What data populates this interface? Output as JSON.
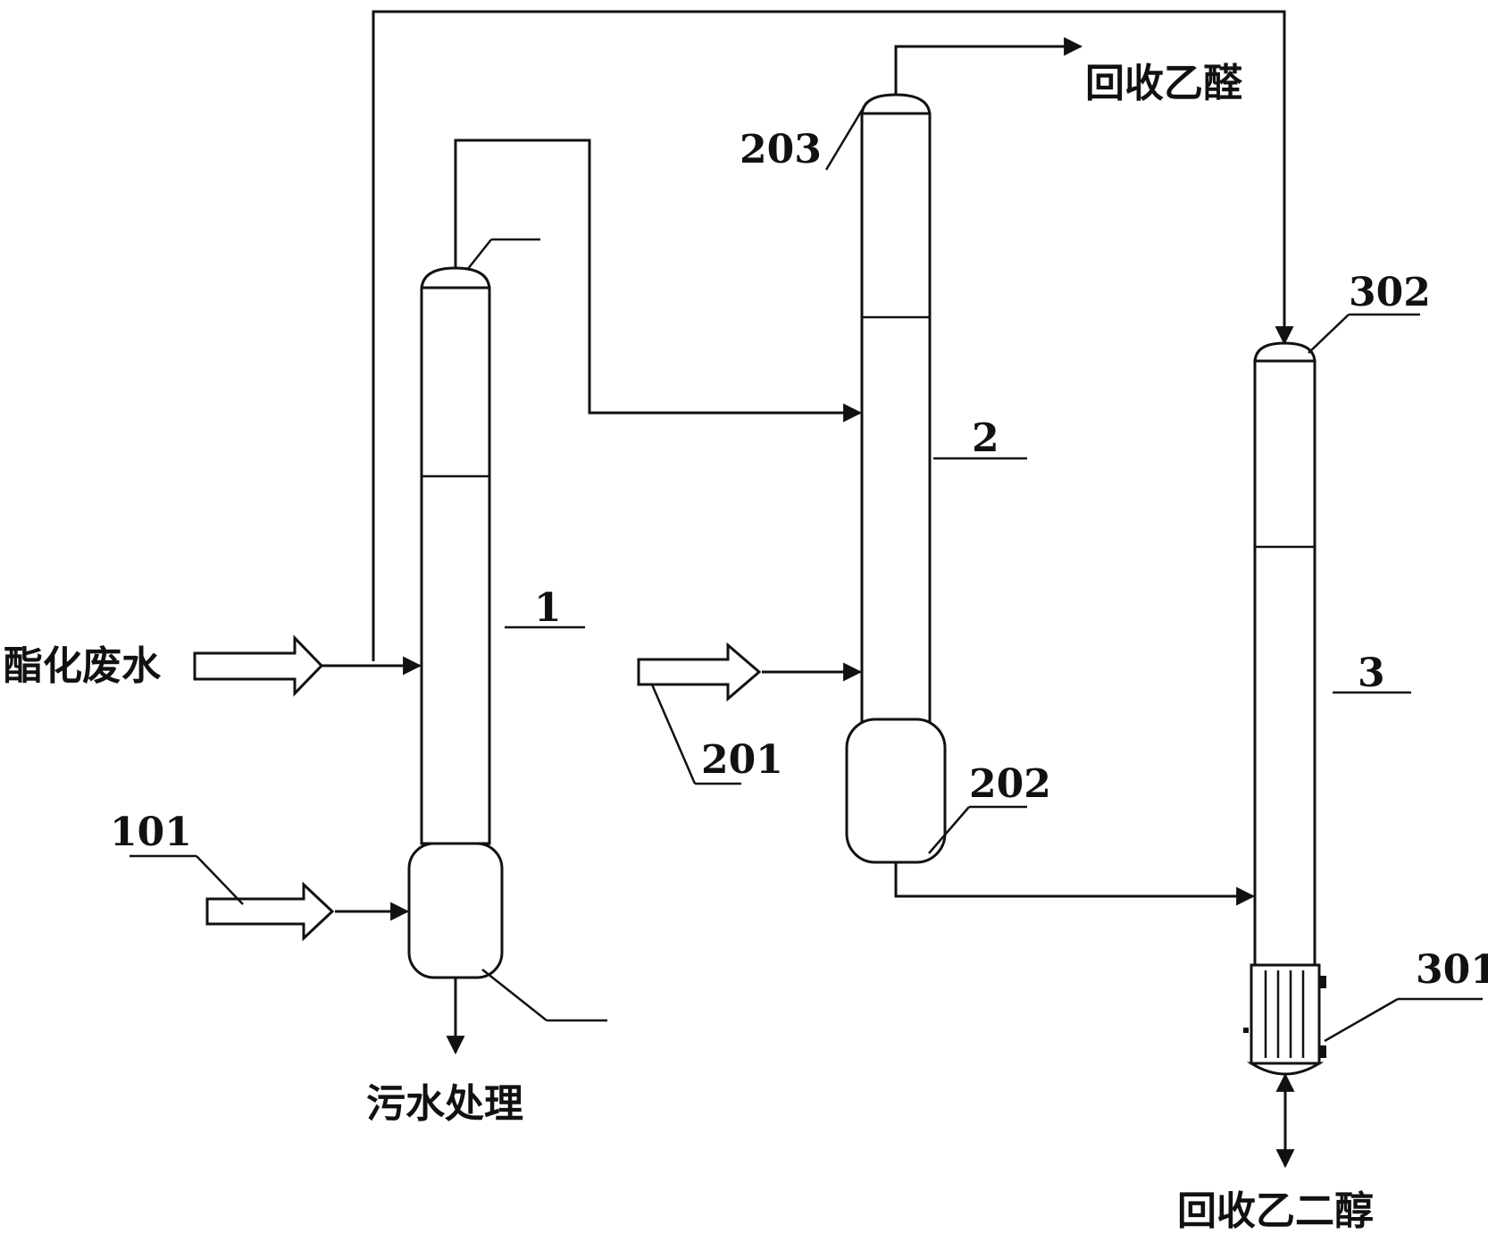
{
  "labels": {
    "feed_wastewater": "酯化废水",
    "sewage_treatment": "污水处理",
    "recovered_acetaldehyde": "回收乙醛",
    "recovered_glycol": "回收乙二醇",
    "column1": "1",
    "column2": "2",
    "column3": "3",
    "stream101": "101",
    "stream201": "201",
    "reboiler202": "202",
    "top203": "203",
    "reboiler301": "301",
    "top302": "302"
  },
  "colors": {
    "line": "#111111",
    "background": "#ffffff"
  }
}
